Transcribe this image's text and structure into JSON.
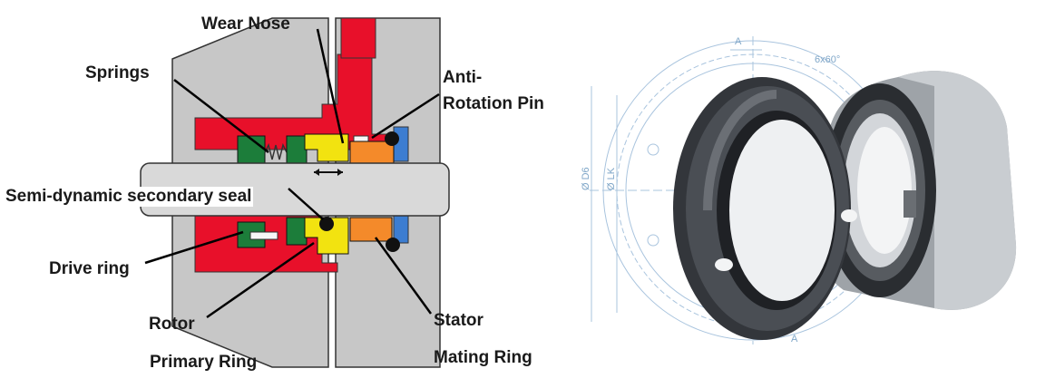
{
  "diagram": {
    "labels": {
      "wear_nose": "Wear Nose",
      "springs": "Springs",
      "anti_rotation_pin_line1": "Anti-",
      "anti_rotation_pin_line2": "Rotation Pin",
      "semi_dynamic_seal": "Semi-dynamic secondary seal",
      "drive_ring": "Drive ring",
      "rotor": "Rotor",
      "primary_ring": "Primary Ring",
      "stator": "Stator",
      "mating_ring": "Mating Ring"
    },
    "colors": {
      "housing_gray": "#c7c7c7",
      "gland_red": "#e8102a",
      "primary_ring_yellow": "#f2e310",
      "mating_ring_orange": "#f48a2a",
      "drive_ring_green": "#1c7d3a",
      "shaft_gray": "#d9d9d9",
      "o_ring_black": "#111111",
      "leader_line": "#000000"
    }
  },
  "photo": {
    "annotations": {
      "a_top": "A",
      "a_bottom": "A",
      "angle": "6x60°",
      "d6": "Ø D6",
      "lk": "Ø LK"
    },
    "colors": {
      "drawing_blue": "#a9c4de",
      "seal_dark": "#33363b",
      "seal_steel": "#9ea3a8"
    }
  }
}
